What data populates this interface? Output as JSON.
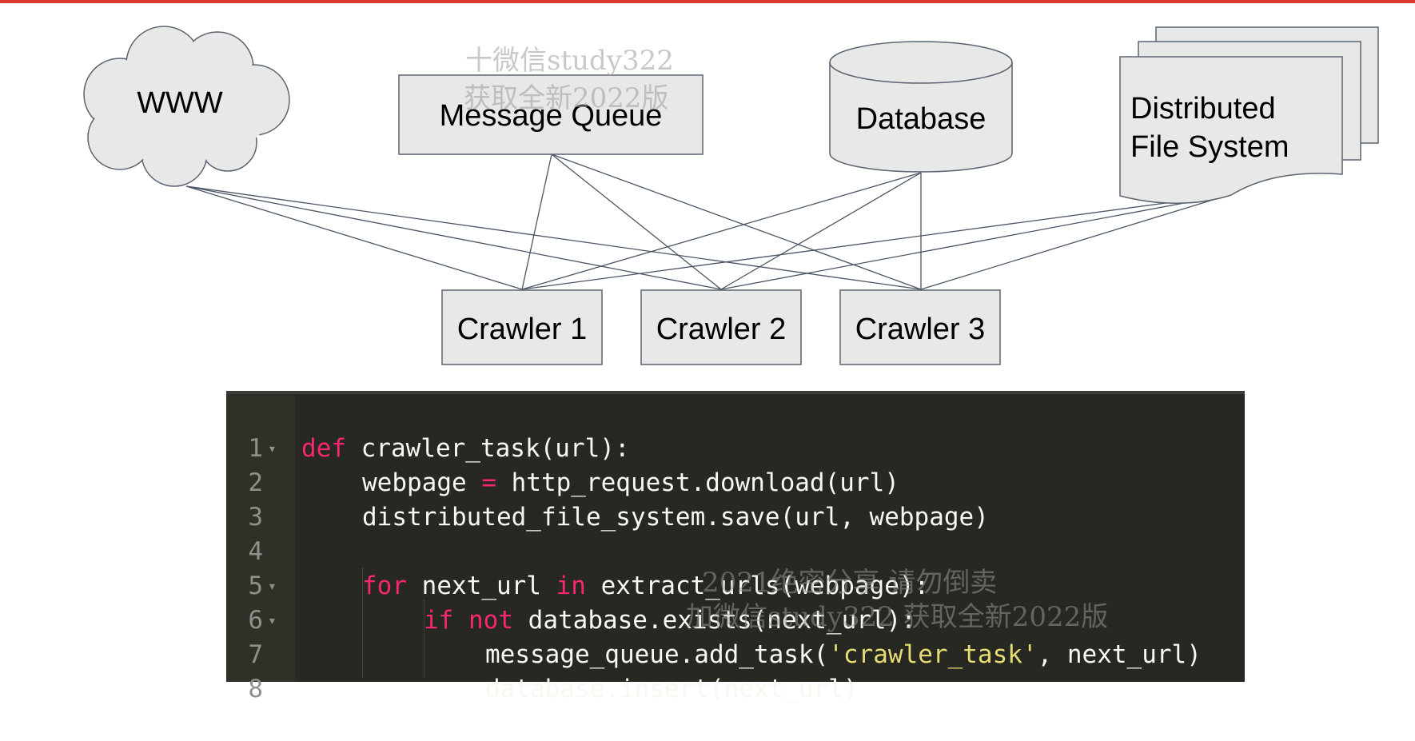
{
  "diagram": {
    "nodes": {
      "www": "WWW",
      "message_queue": "Message Queue",
      "database": "Database",
      "dfs_line1": "Distributed",
      "dfs_line2": "File System",
      "crawler1": "Crawler 1",
      "crawler2": "Crawler 2",
      "crawler3": "Crawler 3"
    },
    "watermark": {
      "line1": "十微信study322",
      "line2": "获取全新2022版"
    }
  },
  "code": {
    "lines": [
      {
        "num": "1",
        "fold": "▾"
      },
      {
        "num": "2",
        "fold": ""
      },
      {
        "num": "3",
        "fold": ""
      },
      {
        "num": "4",
        "fold": ""
      },
      {
        "num": "5",
        "fold": "▾"
      },
      {
        "num": "6",
        "fold": "▾"
      },
      {
        "num": "7",
        "fold": ""
      },
      {
        "num": "8",
        "fold": ""
      }
    ],
    "tokens": {
      "l1_kw": "def",
      "l1_rest": " crawler_task(url):",
      "l2_a": "webpage ",
      "l2_op": "=",
      "l2_b": " http_request.download(url)",
      "l3": "distributed_file_system.save(url, webpage)",
      "l5_kw1": "for",
      "l5_a": " next_url ",
      "l5_kw2": "in",
      "l5_b": " extract_urls(webpage):",
      "l6_kw1": "if",
      "l6_sp": " ",
      "l6_kw2": "not",
      "l6_b": " database.exists(next_url):",
      "l7_a": "message_queue.add_task(",
      "l7_str": "'crawler_task'",
      "l7_b": ", next_url)",
      "l8": "database.insert(next_url)"
    },
    "watermark": {
      "line1": "2021绝密分享 请勿倒卖",
      "line2": "加微信study322 获取全新2022版"
    }
  },
  "colors": {
    "node_fill": "#e8e8e8",
    "node_stroke": "#5b6470",
    "edge": "#4a5566",
    "code_bg": "#272822",
    "keyword": "#f92672",
    "string": "#e6db74",
    "accent_bar": "#d93a2b"
  }
}
